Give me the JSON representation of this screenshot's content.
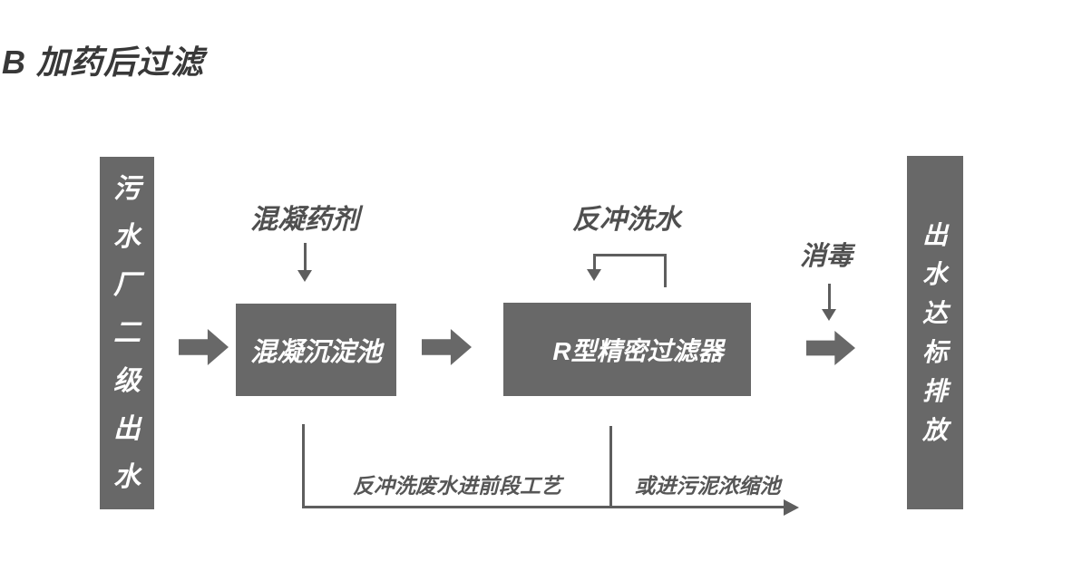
{
  "page": {
    "title": "B 加药后过滤"
  },
  "colors": {
    "node_fill": "#686868",
    "node_text": "#ffffff",
    "connector": "#5e5e5e",
    "label_text": "#4f4f4f",
    "drain_label_text": "#565656",
    "title_text": "#383838",
    "background": "#ffffff"
  },
  "nodes": {
    "source": {
      "label": "污水厂二级出水"
    },
    "tank": {
      "label": "混凝沉淀池"
    },
    "filter": {
      "label": "R型精密过滤器"
    },
    "outfall": {
      "label": "出水达标排放"
    }
  },
  "annotations": {
    "coagulant": "混凝药剂",
    "backwash": "反冲洗水",
    "disinfect": "消毒",
    "drain_front": "反冲洗废水进前段工艺",
    "drain_sludge": "或进污泥浓缩池"
  }
}
